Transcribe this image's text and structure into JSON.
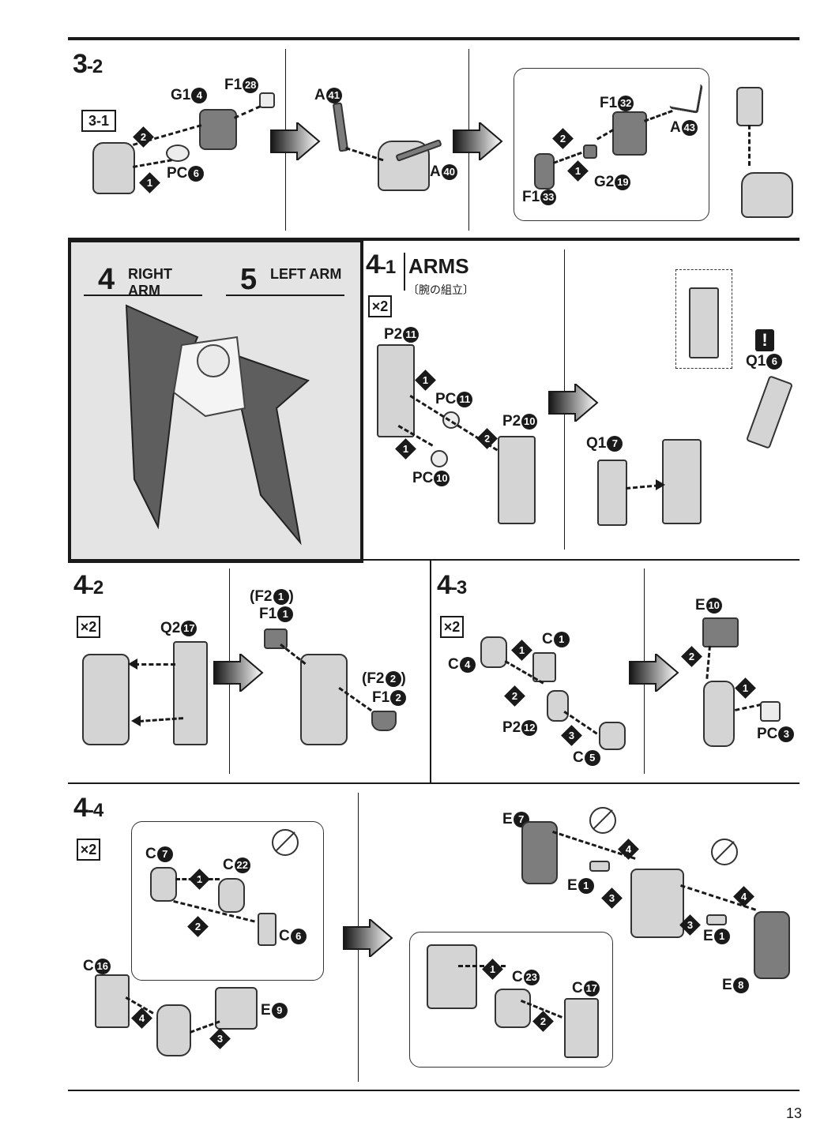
{
  "page_number": "13",
  "step_3_2": {
    "title_main": "3",
    "title_sub": "-2",
    "ref_box": "3-1",
    "labels": {
      "g1": "G1",
      "g1_num": "4",
      "f1a": "F1",
      "f1a_num": "28",
      "pc": "PC",
      "pc_num": "6",
      "a41": "A",
      "a41_num": "41",
      "a40": "A",
      "a40_num": "40",
      "f1b": "F1",
      "f1b_num": "32",
      "a43": "A",
      "a43_num": "43",
      "g2": "G2",
      "g2_num": "19",
      "f1c": "F1",
      "f1c_num": "33"
    },
    "order": [
      "1",
      "2"
    ]
  },
  "arm_panel": {
    "right_num": "4",
    "right_label": "RIGHT ARM",
    "left_num": "5",
    "left_label": "LEFT ARM"
  },
  "step_4_1": {
    "title_main": "4",
    "title_sub": "-1",
    "heading": "ARMS",
    "subheading": "〔腕の組立〕",
    "multiplier": "×2",
    "labels": {
      "p2a": "P2",
      "p2a_num": "11",
      "pca": "PC",
      "pca_num": "11",
      "p2b": "P2",
      "p2b_num": "10",
      "pcb": "PC",
      "pcb_num": "10",
      "q1a": "Q1",
      "q1a_num": "6",
      "q1b": "Q1",
      "q1b_num": "7"
    },
    "warning": "!"
  },
  "step_4_2": {
    "title_main": "4",
    "title_sub": "-2",
    "multiplier": "×2",
    "labels": {
      "q2": "Q2",
      "q2_num": "17",
      "f2a_paren": "(F2",
      "f2a_num": "1",
      "f2a_close": ")",
      "f1a": "F1",
      "f1a_num": "1",
      "f2b_paren": "(F2",
      "f2b_num": "2",
      "f2b_close": ")",
      "f1b": "F1",
      "f1b_num": "2"
    }
  },
  "step_4_3": {
    "title_main": "4",
    "title_sub": "-3",
    "multiplier": "×2",
    "labels": {
      "c1": "C",
      "c1_num": "1",
      "c4": "C",
      "c4_num": "4",
      "p2": "P2",
      "p2_num": "12",
      "c5": "C",
      "c5_num": "5",
      "e10": "E",
      "e10_num": "10",
      "pc3": "PC",
      "pc3_num": "3"
    }
  },
  "step_4_4": {
    "title_main": "4",
    "title_sub": "-4",
    "multiplier": "×2",
    "labels": {
      "c7": "C",
      "c7_num": "7",
      "c22": "C",
      "c22_num": "22",
      "c6": "C",
      "c6_num": "6",
      "c16": "C",
      "c16_num": "16",
      "e9": "E",
      "e9_num": "9",
      "e7": "E",
      "e7_num": "7",
      "e1a": "E",
      "e1a_num": "1",
      "e1b": "E",
      "e1b_num": "1",
      "e8": "E",
      "e8_num": "8",
      "c23": "C",
      "c23_num": "23",
      "c17": "C",
      "c17_num": "17"
    },
    "order": [
      "1",
      "2",
      "3",
      "4"
    ]
  }
}
